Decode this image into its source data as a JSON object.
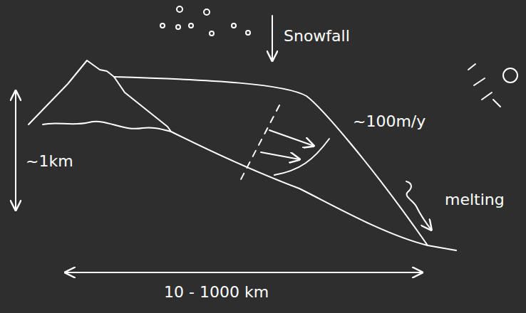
{
  "diagram": {
    "labels": [
      "Snowfall",
      "~100m/y",
      "~1km",
      "melting",
      "10 - 1000 km"
    ]
  }
}
